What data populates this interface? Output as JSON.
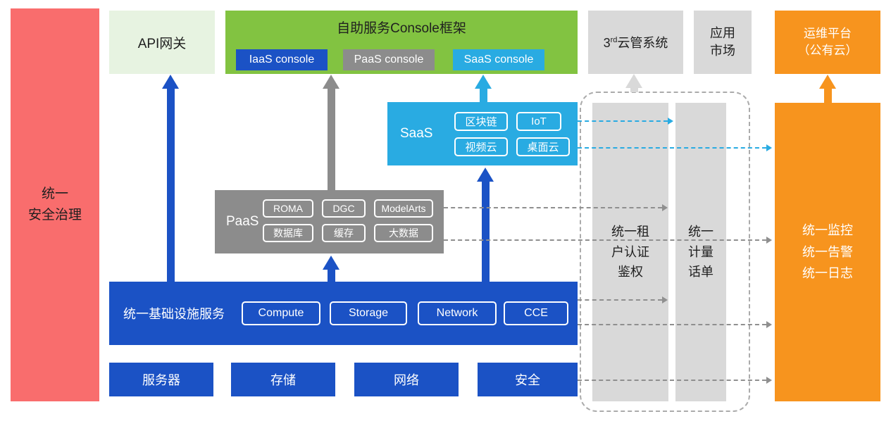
{
  "colors": {
    "red": "#F96D6D",
    "light-green": "#E7F3E1",
    "green": "#82C341",
    "blue": "#1B52C5",
    "gray": "#8C8C8C",
    "light-gray": "#D9D9D9",
    "cyan": "#29ABE2",
    "orange": "#F7941E",
    "line-gray": "#8F8F8F",
    "text-dark": "#1F1F1F"
  },
  "security_bar": {
    "label": "统一\n安全治理"
  },
  "api_gateway": {
    "label": "API网关"
  },
  "console_frame": {
    "title": "自助服务Console框架",
    "consoles": [
      {
        "label": "IaaS console"
      },
      {
        "label": "PaaS console"
      },
      {
        "label": "SaaS console"
      }
    ]
  },
  "third_party_cloud": {
    "prefix": "3",
    "sup": "rd",
    "suffix": "云管系统"
  },
  "app_market": {
    "label": "应用\n市场"
  },
  "ops_platform": {
    "label": "运维平台\n（公有云）"
  },
  "saas": {
    "label": "SaaS",
    "items": [
      "区块链",
      "IoT",
      "视频云",
      "桌面云"
    ]
  },
  "paas": {
    "label": "PaaS",
    "items": [
      "ROMA",
      "DGC",
      "ModelArts",
      "数据库",
      "缓存",
      "大数据"
    ]
  },
  "infrastructure": {
    "label": "统一基础设施服务",
    "items": [
      "Compute",
      "Storage",
      "Network",
      "CCE"
    ]
  },
  "resources": [
    "服务器",
    "存储",
    "网络",
    "安全"
  ],
  "auth_bar": {
    "label": "统一租\n户认证\n鉴权"
  },
  "metering_bar": {
    "label": "统一\n计量\n话单"
  },
  "monitoring_bar": {
    "label": "统一监控\n统一告警\n统一日志"
  }
}
